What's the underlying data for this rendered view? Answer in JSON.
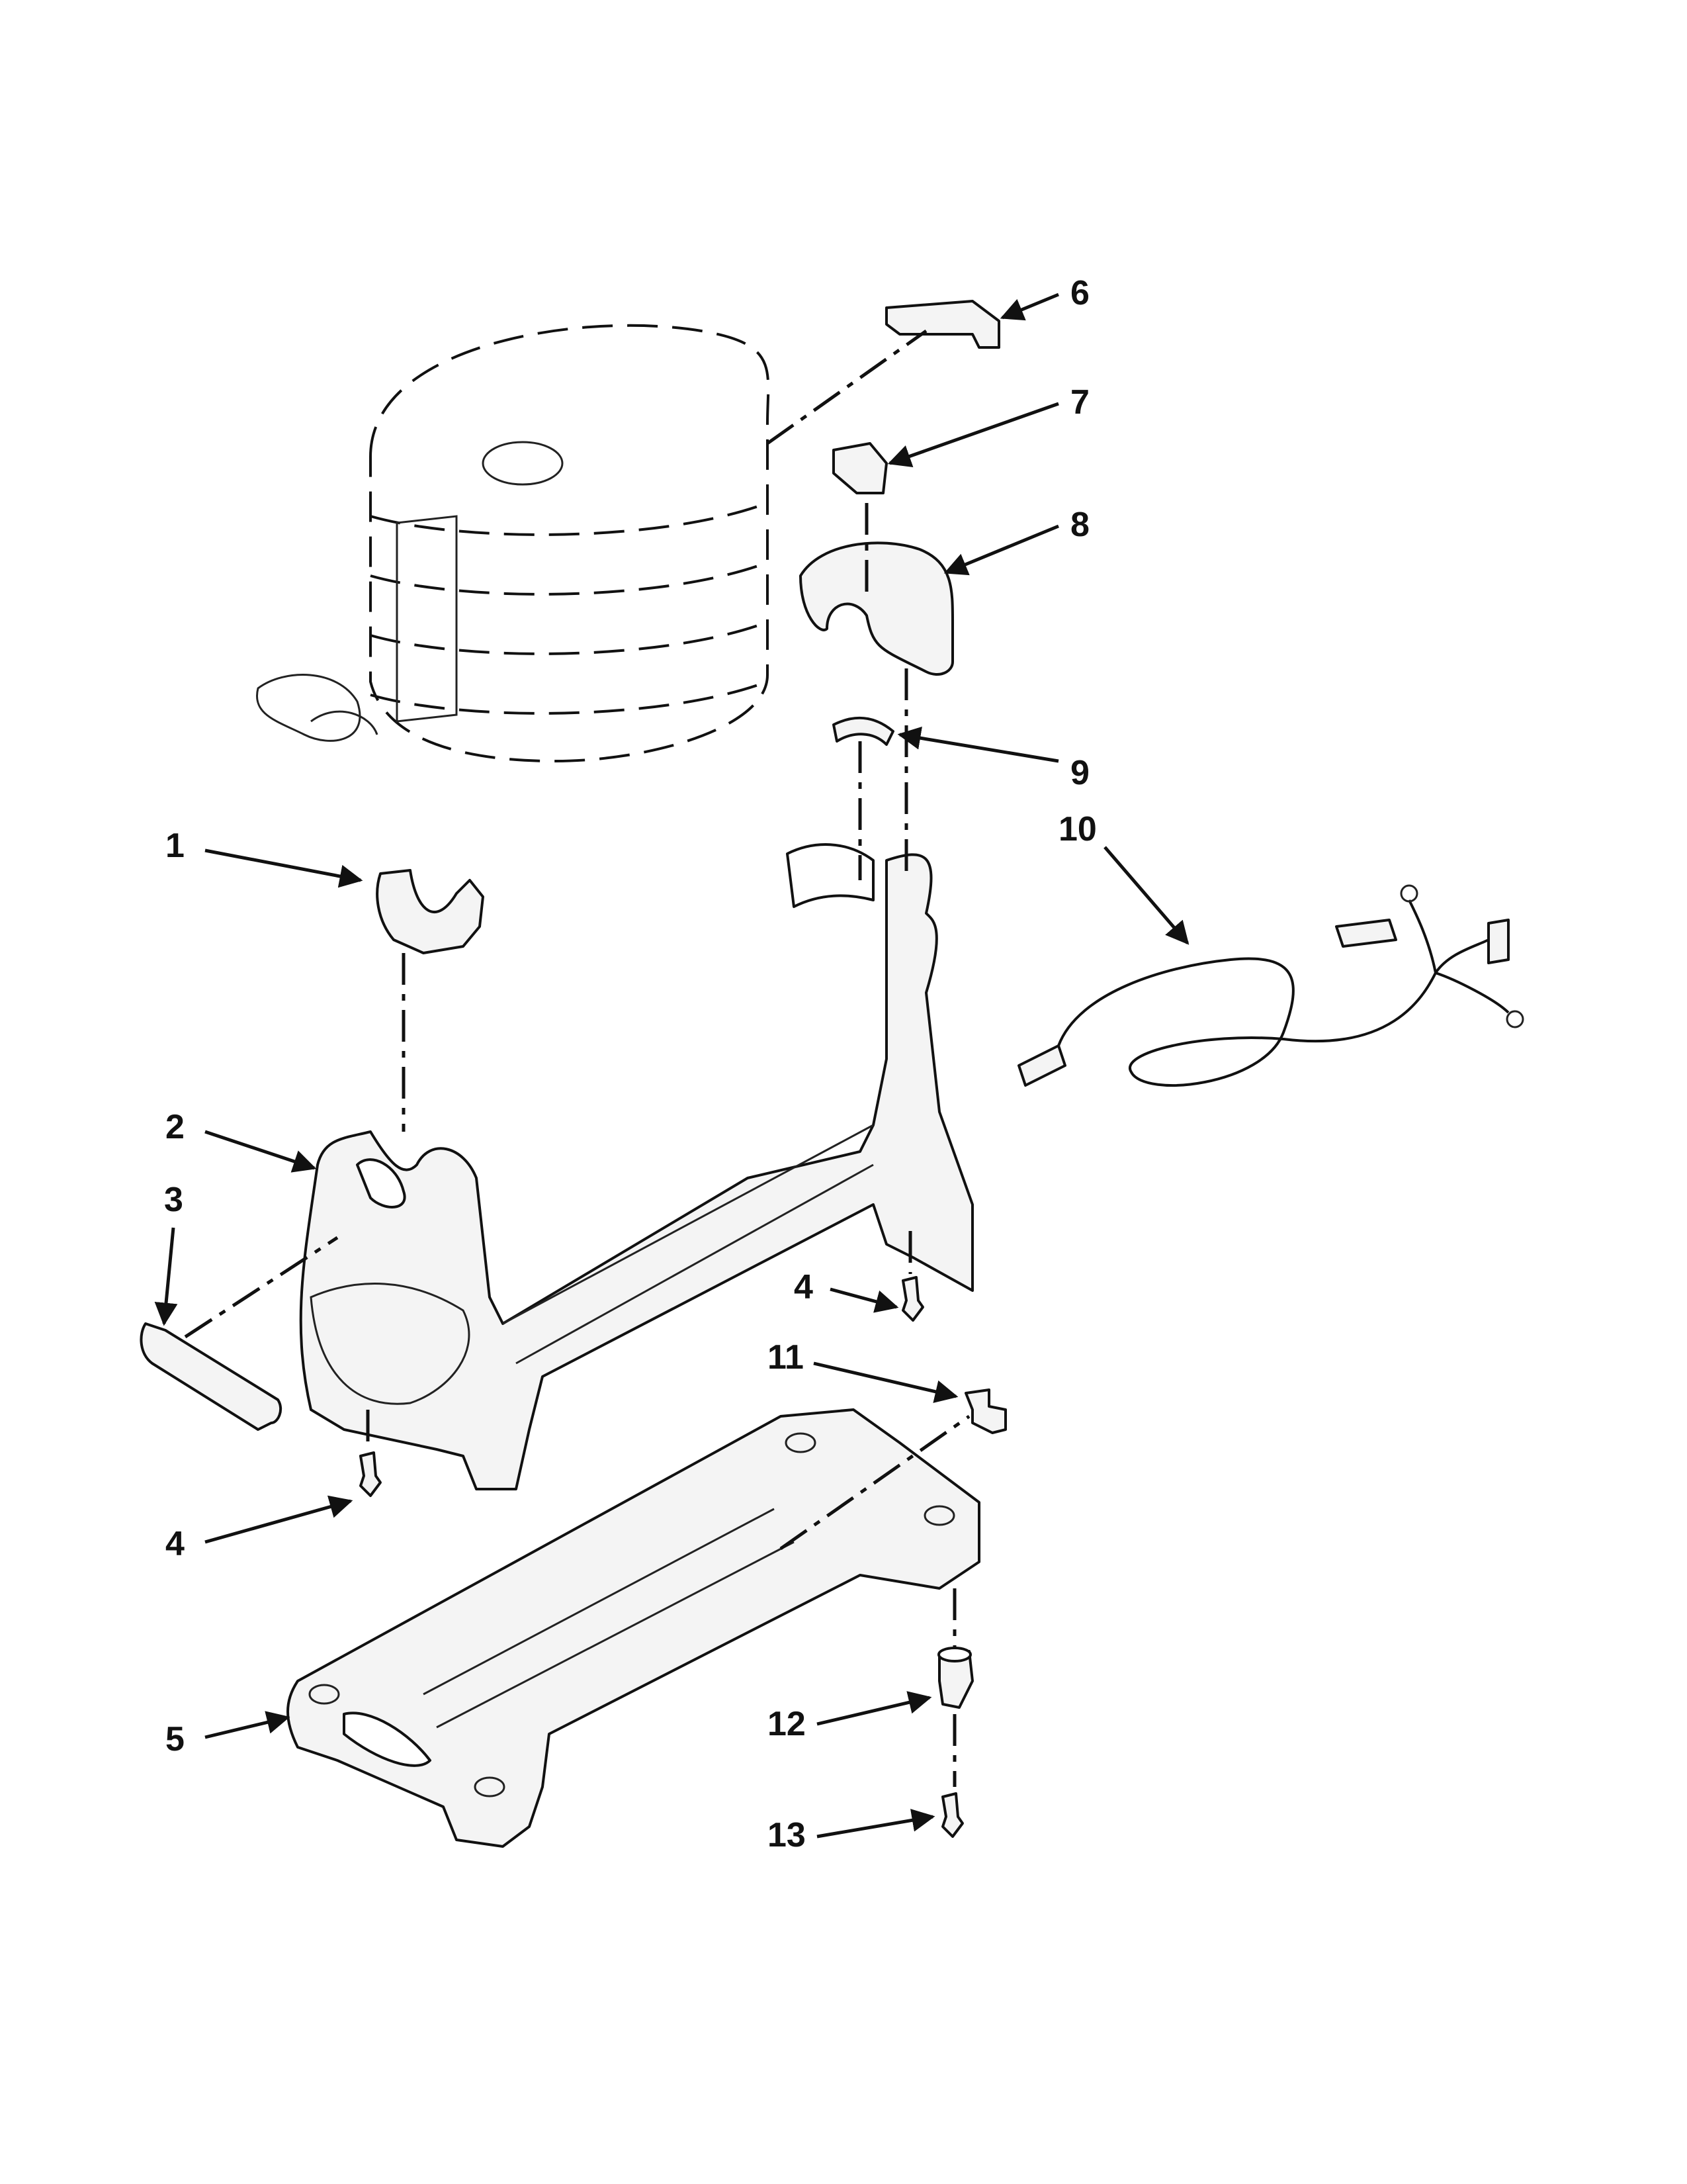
{
  "callouts": [
    {
      "id": "1",
      "text": "1"
    },
    {
      "id": "2",
      "text": "2"
    },
    {
      "id": "3",
      "text": "3"
    },
    {
      "id": "4a",
      "text": "4"
    },
    {
      "id": "4b",
      "text": "4"
    },
    {
      "id": "5",
      "text": "5"
    },
    {
      "id": "6",
      "text": "6"
    },
    {
      "id": "7",
      "text": "7"
    },
    {
      "id": "8",
      "text": "8"
    },
    {
      "id": "9",
      "text": "9"
    },
    {
      "id": "10",
      "text": "10"
    },
    {
      "id": "11",
      "text": "11"
    },
    {
      "id": "12",
      "text": "12"
    },
    {
      "id": "13",
      "text": "13"
    }
  ]
}
